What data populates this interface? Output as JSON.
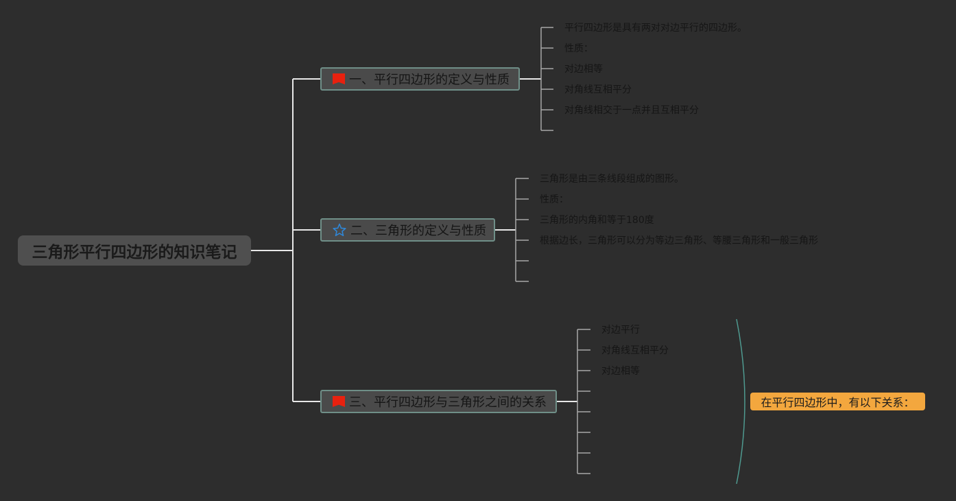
{
  "root": {
    "title": "三角形平行四边形的知识笔记"
  },
  "branches": [
    {
      "icon": "red-flag-icon",
      "label": "一、平行四边形的定义与性质",
      "leaves": [
        "平行四边形是具有两对对边平行的四边形。",
        "性质：",
        "对边相等",
        "对角线互相平分",
        "对角线相交于一点并且互相平分",
        ""
      ]
    },
    {
      "icon": "blue-star-icon",
      "label": "二、三角形的定义与性质",
      "leaves": [
        "三角形是由三条线段组成的图形。",
        "性质：",
        "三角形的内角和等于180度",
        "根据边长，三角形可以分为等边三角形、等腰三角形和一般三角形",
        "",
        ""
      ]
    },
    {
      "icon": "red-flag-icon",
      "label": "三、平行四边形与三角形之间的关系",
      "leaves": [
        "对边平行",
        "对角线互相平分",
        "对边相等",
        "",
        "",
        "",
        "",
        ""
      ]
    }
  ],
  "summary": {
    "label": "在平行四边形中，有以下关系："
  },
  "colors": {
    "background": "#2d2d2d",
    "connector": "#e8e8e8",
    "leaf_connector": "#a8a8a8",
    "flag": "#e8210f",
    "star": "#2f86d6",
    "summary_fill": "#f3a73e",
    "summary_brace": "#4f9a90"
  }
}
